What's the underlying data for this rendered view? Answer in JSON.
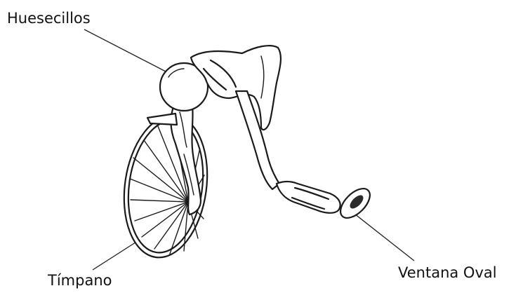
{
  "labels": {
    "ossicles": "Huesecillos",
    "eardrum": "Tímpano",
    "oval_window": "Ventana Oval"
  },
  "colors": {
    "ink": "#1a1a1a",
    "background": "#ffffff"
  }
}
